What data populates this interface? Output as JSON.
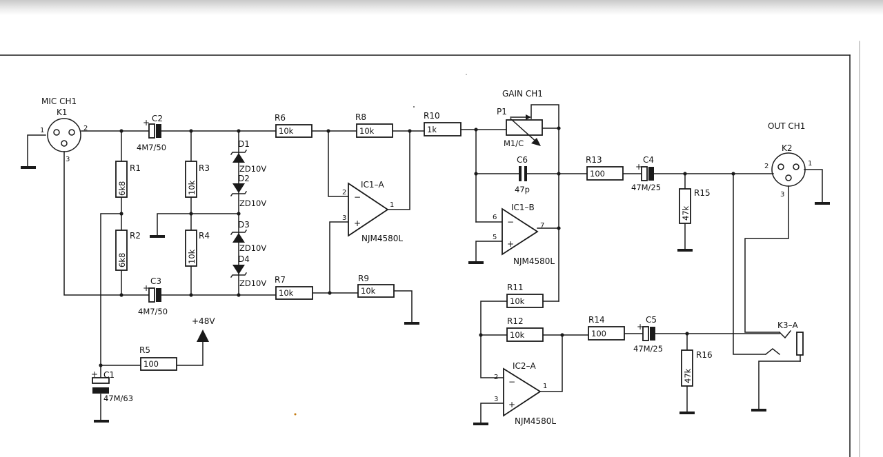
{
  "components": {
    "K1": {
      "ref": "K1",
      "title": "MIC CH1",
      "pin1": "1",
      "pin2": "2",
      "pin3": "3"
    },
    "K2": {
      "ref": "K2",
      "title": "OUT CH1",
      "pin1": "1",
      "pin2": "2",
      "pin3": "3"
    },
    "K3": {
      "ref": "K3–A"
    },
    "C1": {
      "ref": "C1",
      "value": "47M/63"
    },
    "C2": {
      "ref": "C2",
      "value": "4M7/50"
    },
    "C3": {
      "ref": "C3",
      "value": "4M7/50"
    },
    "C4": {
      "ref": "C4",
      "value": "47M/25"
    },
    "C5": {
      "ref": "C5",
      "value": "47M/25"
    },
    "C6": {
      "ref": "C6",
      "value": "47p"
    },
    "R1": {
      "ref": "R1",
      "value": "6k8"
    },
    "R2": {
      "ref": "R2",
      "value": "6k8"
    },
    "R3": {
      "ref": "R3",
      "value": "10k"
    },
    "R4": {
      "ref": "R4",
      "value": "10k"
    },
    "R5": {
      "ref": "R5",
      "value": "100"
    },
    "R6": {
      "ref": "R6",
      "value": "10k"
    },
    "R7": {
      "ref": "R7",
      "value": "10k"
    },
    "R8": {
      "ref": "R8",
      "value": "10k"
    },
    "R9": {
      "ref": "R9",
      "value": "10k"
    },
    "R10": {
      "ref": "R10",
      "value": "1k"
    },
    "R11": {
      "ref": "R11",
      "value": "10k"
    },
    "R12": {
      "ref": "R12",
      "value": "10k"
    },
    "R13": {
      "ref": "R13",
      "value": "100"
    },
    "R14": {
      "ref": "R14",
      "value": "100"
    },
    "R15": {
      "ref": "R15",
      "value": "47k"
    },
    "R16": {
      "ref": "R16",
      "value": "47k"
    },
    "P1": {
      "ref": "P1",
      "title": "GAIN CH1",
      "value": "M1/C"
    },
    "D1": {
      "ref": "D1",
      "value": "ZD10V"
    },
    "D2": {
      "ref": "D2",
      "value": "ZD10V"
    },
    "D3": {
      "ref": "D3",
      "value": "ZD10V"
    },
    "D4": {
      "ref": "D4",
      "value": "ZD10V"
    },
    "IC1A": {
      "ref": "IC1–A",
      "part": "NJM4580L",
      "pin_inv": "2",
      "pin_noninv": "3",
      "pin_out": "1"
    },
    "IC1B": {
      "ref": "IC1–B",
      "part": "NJM4580L",
      "pin_inv": "6",
      "pin_noninv": "5",
      "pin_out": "7"
    },
    "IC2A": {
      "ref": "IC2–A",
      "part": "NJM4580L",
      "pin_inv": "2",
      "pin_noninv": "3",
      "pin_out": "1"
    }
  },
  "supply": {
    "label": "+48V"
  },
  "glyphs": {
    "minus": "−",
    "plus": "+"
  },
  "colors": {
    "ink": "#1a1a1a",
    "paper": "#ffffff",
    "scan_edge": "#c9c9c9"
  }
}
